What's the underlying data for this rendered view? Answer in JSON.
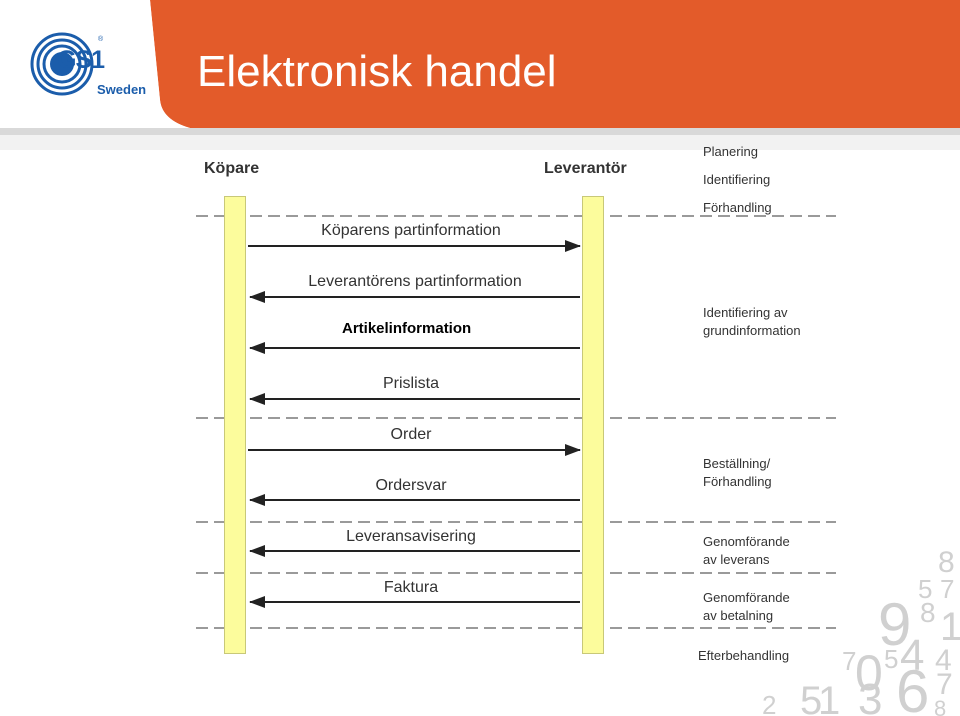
{
  "title": "Elektronisk handel",
  "logo": {
    "mark": "GS1",
    "registered": "®",
    "subtitle": "Sweden"
  },
  "actors": {
    "buyer": "Köpare",
    "supplier": "Leverantör"
  },
  "messages": [
    {
      "label": "Köparens partinformation",
      "direction": "buyer-to-supplier"
    },
    {
      "label": "Leverantörens partinformation",
      "direction": "supplier-to-buyer"
    },
    {
      "label": "Artikelinformation",
      "direction": "supplier-to-buyer"
    },
    {
      "label": "Prislista",
      "direction": "supplier-to-buyer"
    },
    {
      "label": "Order",
      "direction": "buyer-to-supplier"
    },
    {
      "label": "Ordersvar",
      "direction": "supplier-to-buyer"
    },
    {
      "label": "Leveransavisering",
      "direction": "supplier-to-buyer"
    },
    {
      "label": "Faktura",
      "direction": "supplier-to-buyer"
    }
  ],
  "phases": [
    {
      "lines": [
        "Planering"
      ]
    },
    {
      "lines": [
        "Identifiering"
      ]
    },
    {
      "lines": [
        "Förhandling"
      ]
    },
    {
      "lines": [
        "Identifiering av",
        "grundinformation"
      ]
    },
    {
      "lines": [
        "Beställning/",
        "Förhandling"
      ]
    },
    {
      "lines": [
        "Genomförande",
        "av leverans"
      ]
    },
    {
      "lines": [
        "Genomförande",
        "av betalning"
      ]
    },
    {
      "lines": [
        "Efterbehandling"
      ]
    }
  ],
  "decor_digits": [
    "8",
    "5",
    "7",
    "9",
    "8",
    "1",
    "7",
    "0",
    "5",
    "4",
    "4",
    "1",
    "3",
    "6",
    "7",
    "8",
    "2"
  ],
  "colors": {
    "header": "#e35b2a",
    "header_dark": "#c94a1f",
    "lifeline": "#fcfc9c",
    "arrow": "#222222",
    "divider": "#9a9a9a",
    "logo_blue": "#1b5dab"
  }
}
